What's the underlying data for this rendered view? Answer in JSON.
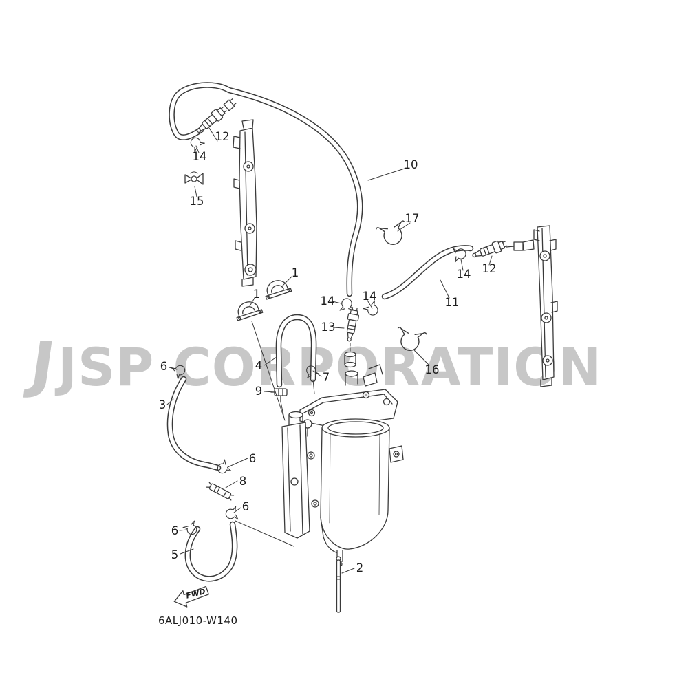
{
  "colors": {
    "background": "#ffffff",
    "linework": "#3a3a3a",
    "watermark": "#c7c7c7",
    "label_text": "#1c1c1c"
  },
  "watermark": {
    "logo": "JJ",
    "text": "JSP CORPORATION"
  },
  "diagram": {
    "code": "6ALJ010-W140",
    "fwd_label": "FWD"
  },
  "callouts": [
    {
      "label": "12"
    },
    {
      "label": "14"
    },
    {
      "label": "15"
    },
    {
      "label": "10"
    },
    {
      "label": "17"
    },
    {
      "label": "14"
    },
    {
      "label": "12"
    },
    {
      "label": "11"
    },
    {
      "label": "1"
    },
    {
      "label": "1"
    },
    {
      "label": "14"
    },
    {
      "label": "14"
    },
    {
      "label": "13"
    },
    {
      "label": "16"
    },
    {
      "label": "6"
    },
    {
      "label": "4"
    },
    {
      "label": "7"
    },
    {
      "label": "9"
    },
    {
      "label": "3"
    },
    {
      "label": "6"
    },
    {
      "label": "8"
    },
    {
      "label": "6"
    },
    {
      "label": "6"
    },
    {
      "label": "5"
    },
    {
      "label": "2"
    }
  ]
}
